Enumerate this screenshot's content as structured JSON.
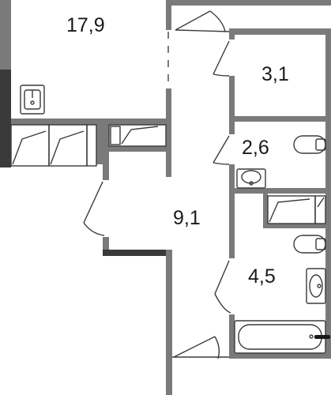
{
  "plan": {
    "rooms": [
      {
        "id": "living-room",
        "area": "17,9"
      },
      {
        "id": "bedroom",
        "area": "3,1"
      },
      {
        "id": "toilet",
        "area": "2,6"
      },
      {
        "id": "hallway",
        "area": "9,1"
      },
      {
        "id": "bathroom",
        "area": "4,5"
      }
    ],
    "colors": {
      "wall": "#7a7a7a",
      "wall_dark": "#3a3a3a",
      "fixture_stroke": "#3a3a3a",
      "background": "#ffffff"
    }
  }
}
